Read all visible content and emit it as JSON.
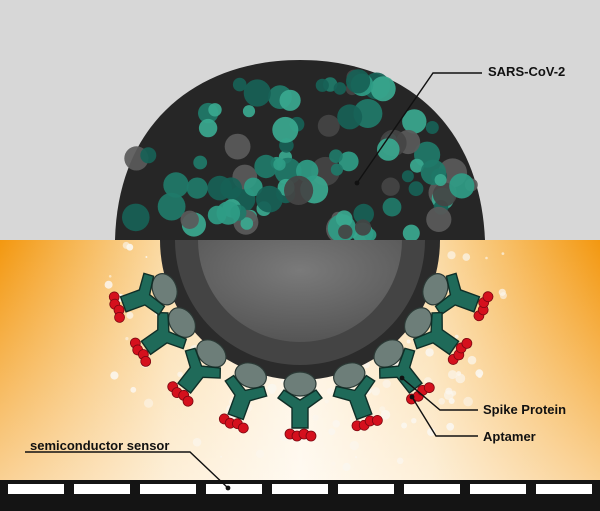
{
  "labels": {
    "virus": "SARS-CoV-2",
    "spike_protein": "Spike Protein",
    "aptamer": "Aptamer",
    "sensor": "semiconductor sensor"
  },
  "colors": {
    "sky": "#d7d7d7",
    "gel_orange": "#f59a10",
    "gel_light": "#fbd9a2",
    "particles": "#f9f4ea",
    "virus_core": "#3b3b3b",
    "virus_inner": "#6f6f6f",
    "spike_teal": "#1f6a59",
    "spike_gray": "#6d7e79",
    "aptamer_red": "#d5101d",
    "sensor_black": "#141414"
  }
}
